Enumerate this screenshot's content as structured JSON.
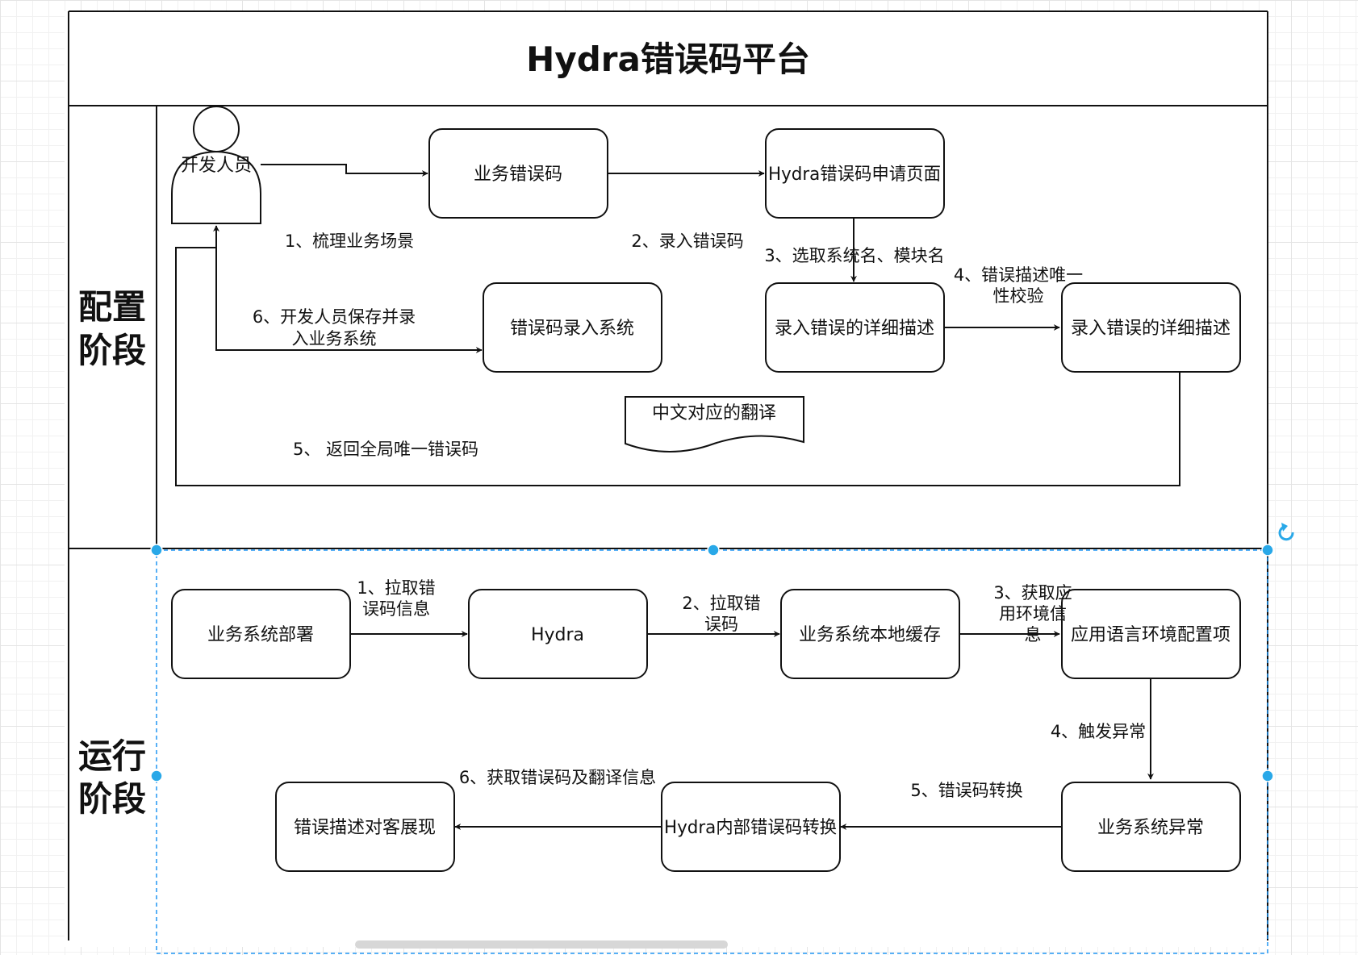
{
  "title": "Hydra错误码平台",
  "lanes": {
    "config": [
      "配置",
      "阶段"
    ],
    "runtime": [
      "运行",
      "阶段"
    ]
  },
  "config": {
    "actor": "开发人员",
    "nodes": {
      "biz_error_code": "业务错误码",
      "apply_page": "Hydra错误码申请页面",
      "entry_desc_1": "录入错误的详细描述",
      "entry_desc_2": "录入错误的详细描述",
      "entry_system": "错误码录入系统",
      "translation_doc": "中文对应的翻译"
    },
    "edges": {
      "step1": "1、梳理业务场景",
      "step2": "2、录入错误码",
      "step3": "3、选取系统名、模块名",
      "step4": [
        "4、错误描述唯一",
        "性校验"
      ],
      "step5": "5、 返回全局唯一错误码",
      "step6": [
        "6、开发人员保存并录",
        "入业务系统"
      ]
    }
  },
  "runtime": {
    "nodes": {
      "deploy": "业务系统部署",
      "hydra": "Hydra",
      "local_cache": "业务系统本地缓存",
      "lang_env": "应用语言环境配置项",
      "biz_exception": "业务系统异常",
      "hydra_convert": "Hydra内部错误码转换",
      "show_customer": "错误描述对客展现"
    },
    "edges": {
      "step1": [
        "1、拉取错",
        "误码信息"
      ],
      "step2": [
        "2、拉取错",
        "误码"
      ],
      "step3": [
        "3、获取应",
        "用环境信",
        "息"
      ],
      "step4": "4、触发异常",
      "step5": "5、错误码转换",
      "step6": "6、获取错误码及翻译信息"
    }
  },
  "colors": {
    "stroke": "#111111",
    "selection": "#2196f3",
    "handle": "#29a8e8",
    "grid": "#e4e4e4"
  },
  "icons": {
    "actor": "person-icon",
    "rotate": "rotate-icon"
  }
}
